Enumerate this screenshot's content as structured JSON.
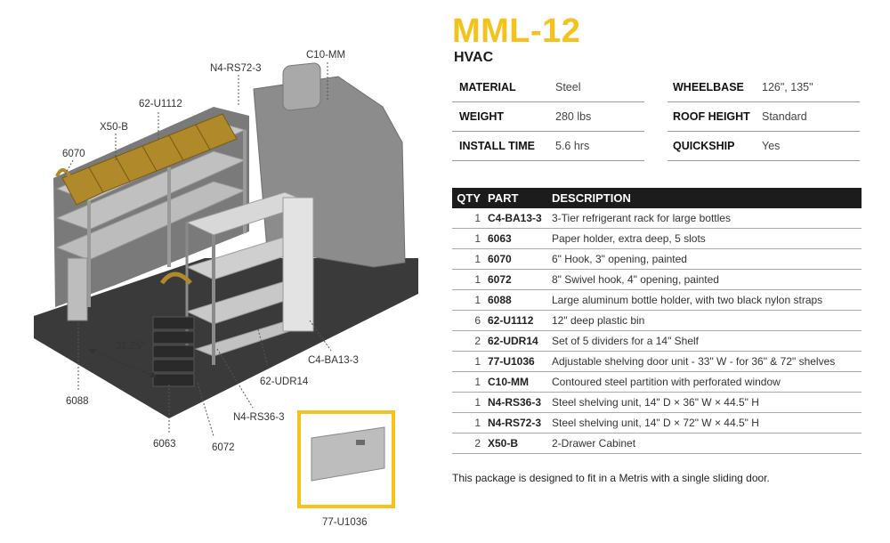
{
  "header": {
    "title": "MML-12",
    "subtitle": "HVAC"
  },
  "specs_left": [
    {
      "key": "MATERIAL",
      "value": "Steel"
    },
    {
      "key": "WEIGHT",
      "value": "280 lbs"
    },
    {
      "key": "INSTALL TIME",
      "value": "5.6 hrs"
    }
  ],
  "specs_right": [
    {
      "key": "WHEELBASE",
      "value": "126\", 135\""
    },
    {
      "key": "ROOF HEIGHT",
      "value": "Standard"
    },
    {
      "key": "QUICKSHIP",
      "value": "Yes"
    }
  ],
  "parts_table": {
    "headers": {
      "qty": "QTY",
      "part": "PART",
      "description": "DESCRIPTION"
    },
    "rows": [
      {
        "qty": "1",
        "part": "C4-BA13-3",
        "description": "3-Tier refrigerant rack for large bottles"
      },
      {
        "qty": "1",
        "part": "6063",
        "description": "Paper holder, extra deep, 5 slots"
      },
      {
        "qty": "1",
        "part": "6070",
        "description": "6\" Hook, 3\" opening, painted"
      },
      {
        "qty": "1",
        "part": "6072",
        "description": "8\" Swivel hook, 4\" opening, painted"
      },
      {
        "qty": "1",
        "part": "6088",
        "description": "Large aluminum bottle holder, with two black nylon straps"
      },
      {
        "qty": "6",
        "part": "62-U1112",
        "description": "12\" deep plastic bin"
      },
      {
        "qty": "2",
        "part": "62-UDR14",
        "description": "Set of 5 dividers for a 14\" Shelf"
      },
      {
        "qty": "1",
        "part": "77-U1036",
        "description": "Adjustable shelving door unit - 33\" W - for 36\" & 72\" shelves"
      },
      {
        "qty": "1",
        "part": "C10-MM",
        "description": "Contoured steel partition with perforated window"
      },
      {
        "qty": "1",
        "part": "N4-RS36-3",
        "description": "Steel shelving unit, 14\" D × 36\" W × 44.5\" H"
      },
      {
        "qty": "1",
        "part": "N4-RS72-3",
        "description": "Steel shelving unit, 14\" D × 72\" W × 44.5\" H"
      },
      {
        "qty": "2",
        "part": "X50-B",
        "description": "2-Drawer Cabinet"
      }
    ]
  },
  "note": "This package is designed to fit in a Metris with a single sliding door.",
  "callouts": {
    "c10": "C10-MM",
    "n4rs72": "N4-RS72-3",
    "u1112": "62-U1112",
    "x50b": "X50-B",
    "p6070": "6070",
    "dim": "31.25\"",
    "p6088": "6088",
    "c4ba": "C4-BA13-3",
    "udr14": "62-UDR14",
    "n4rs36": "N4-RS36-3",
    "p6063": "6063",
    "p6072": "6072",
    "u1036": "77-U1036"
  },
  "colors": {
    "accent": "#f5c21b",
    "table_header": "#1c1c1c",
    "floor": "#3a3a3a",
    "partition": "#8c8c8c",
    "bin": "#b08a2a"
  }
}
